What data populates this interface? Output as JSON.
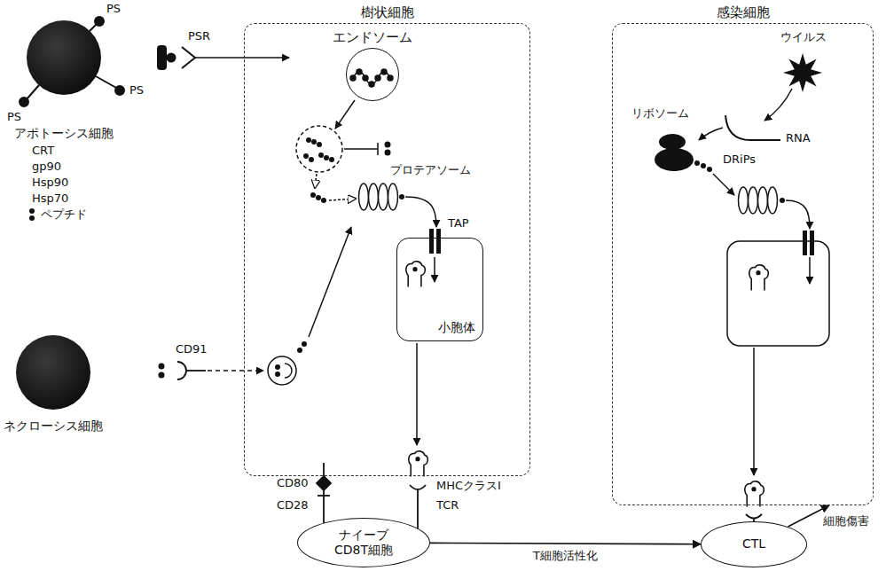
{
  "diagram": {
    "nodes": [
      {
        "text": [
          "アポトーシス細胞"
        ]
      },
      {
        "text": [
          "樹状細胞"
        ]
      },
      {
        "text": [
          "エンドソーム"
        ],
        "in": 1
      },
      {
        "text": [
          "小胞体"
        ],
        "in": 1
      },
      {
        "text": [
          "感染細胞"
        ]
      },
      {
        "text": [
          "ネクローシス細胞"
        ]
      },
      {
        "text": [
          "ナイーブ CD8T細胞"
        ]
      },
      {
        "text": [
          "CTL"
        ]
      }
    ],
    "edges": [
      {
        "from": 6,
        "to": 7,
        "arrow": "to",
        "label": "T細胞活性化"
      },
      {
        "from": 7,
        "to": 4,
        "arrow": "to",
        "label": "細胞傷害"
      }
    ],
    "labels": [
      "PS",
      "PS",
      "PS",
      "PSR",
      "CRT",
      "gp90",
      "Hsp90",
      "Hsp70",
      "ペプチド",
      "プロテアソーム",
      "TAP",
      "CD91",
      "CD80",
      "CD28",
      "MHCクラスⅠ",
      "TCR",
      "ウイルス",
      "リボソーム",
      "RNA",
      "DRiPs"
    ]
  }
}
